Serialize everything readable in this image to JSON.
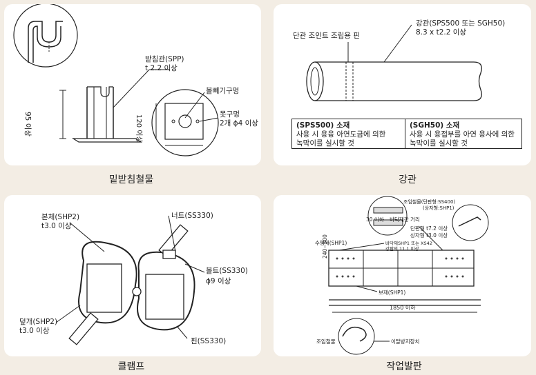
{
  "panels": {
    "base_plate": {
      "caption": "밑받침철물",
      "pipe_label_1": "받침관(SPP)",
      "pipe_label_2": "t 2.2 이상",
      "height_label": "95 이상",
      "hole_label": "볼빼기구멍",
      "nail_label_1": "못구멍",
      "nail_label_2": "2개 ϕ4 이상",
      "plate_label": "120 이상"
    },
    "steel_pipe": {
      "caption": "강관",
      "pin_label": "단관 조인트 조립용 핀",
      "pipe_label_1": "강관(SPS500 또는 SGH50)",
      "pipe_label_2": "8.3 x t2.2 이상",
      "box_left": {
        "title": "(SPS500) 소재",
        "line1": "사용 시 용융 아연도금에 의한",
        "line2": "녹막이를 실시할 것"
      },
      "box_right": {
        "title": "(SGH50) 소재",
        "line1": "사용 시 용접부를 아연 용사에 의한",
        "line2": "녹막이를 실시할 것"
      }
    },
    "clamp": {
      "caption": "클램프",
      "body_label_1": "본체(SHP2)",
      "body_label_2": "t3.0 이상",
      "nut_label": "너트(SS330)",
      "bolt_label_1": "볼트(SS330)",
      "bolt_label_2": "ϕ9 이상",
      "cover_label_1": "덮개(SHP2)",
      "cover_label_2": "t3.0 이상",
      "pin_label": "핀(SS330)"
    },
    "work_plank": {
      "caption": "작업발판",
      "hook_label_1": "조임철물(단판형:SS400)",
      "hook_label_2": "(상자형:SHP1)",
      "hole_label_1": "30 이하",
      "hole_label_2": "바닥재간 거리",
      "thick_label_1": "단판형 t7.2 이상",
      "thick_label_2": "상자형 t3.0 이상",
      "horiz_label": "수평재(SHP1)",
      "floor_label_1": "바닥재SHP1 또는 XS42",
      "floor_label_2": "강판의 11.1 이상",
      "width_label": "240~500",
      "aux_label": "보재(SHP1)",
      "length_label": "1850 이하",
      "clamp_label": "조임철물",
      "stop_label": "이탈방지장치"
    }
  }
}
